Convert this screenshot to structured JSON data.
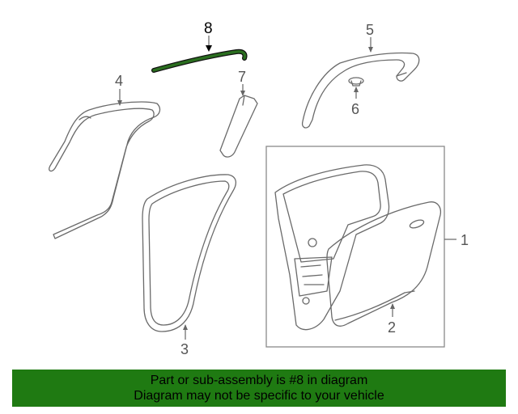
{
  "diagram": {
    "callouts": [
      "1",
      "2",
      "3",
      "4",
      "5",
      "6",
      "7",
      "8"
    ],
    "highlighted_callout": "8",
    "highlight_color": "#2a6e1f"
  },
  "footer": {
    "line1": "Part or sub-assembly is #8 in diagram",
    "line2": "Diagram may not be specific to your vehicle",
    "background": "#1f7a12"
  }
}
